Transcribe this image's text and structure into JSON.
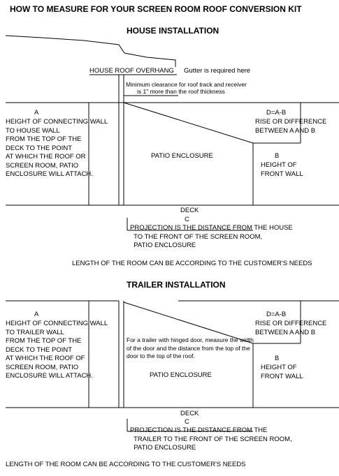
{
  "title": "HOW TO MEASURE FOR YOUR SCREEN ROOM ROOF CONVERSION KIT",
  "house": {
    "heading": "HOUSE INSTALLATION",
    "overhang_label": "HOUSE ROOF OVERHANG",
    "gutter_note": "Gutter is required here",
    "clearance_line1": "Minimum clearance for roof track and receiver",
    "clearance_line2": "is 1\" more than the roof thickness",
    "a_letter": "A",
    "a_text": "HEIGHT OF CONNECTING WALL\nTO HOUSE WALL\nFROM THE TOP OF THE\nDECK TO THE POINT\nAT WHICH THE ROOF OR\nSCREEN ROOM, PATIO\nENCLOSURE WILL ATTACH.",
    "dab_label": "D=A-B",
    "dab_text": "RISE OR DIFFERENCE\nBETWEEN A AND B",
    "enclosure_label": "PATIO ENCLOSURE",
    "b_letter": "B",
    "b_text": "HEIGHT OF\nFRONT WALL",
    "deck_label": "DECK",
    "c_letter": "C",
    "projection_text": "PROJECTION IS THE DISTANCE FROM THE HOUSE\n  TO THE FRONT OF THE SCREEN ROOM,\n  PATIO ENCLOSURE",
    "length_note": "LENGTH OF THE ROOM CAN BE ACCORDING TO THE CUSTOMER'S NEEDS"
  },
  "trailer": {
    "heading": "TRAILER INSTALLATION",
    "a_letter": "A",
    "a_text": "HEIGHT OF CONNECTING WALL\nTO TRAILER WALL\nFROM THE TOP OF THE\nDECK TO THE POINT\nAT WHICH THE ROOF OF\nSCREEN ROOM, PATIO\nENCLOSURE WILL ATTACH.",
    "dab_label": "D=A-B",
    "dab_text": "RISE OR DIFFERENCE\nBETWEEN A AND B",
    "door_note": "For a trailer with hinged door, measure the width\nof the door and the distance from the top of the\ndoor to the top of the roof.",
    "enclosure_label": "PATIO ENCLOSURE",
    "b_letter": "B",
    "b_text": "HEIGHT OF\nFRONT WALL",
    "deck_label": "DECK",
    "c_letter": "C",
    "projection_text": "PROJECTION IS THE DISTANCE FROM THE\n  TRAILER TO THE FRONT OF THE SCREEN ROOM,\n  PATIO ENCLOSURE",
    "length_note": "LENGTH OF THE ROOM CAN BE ACCORDING TO THE CUSTOMER'S NEEDS"
  }
}
